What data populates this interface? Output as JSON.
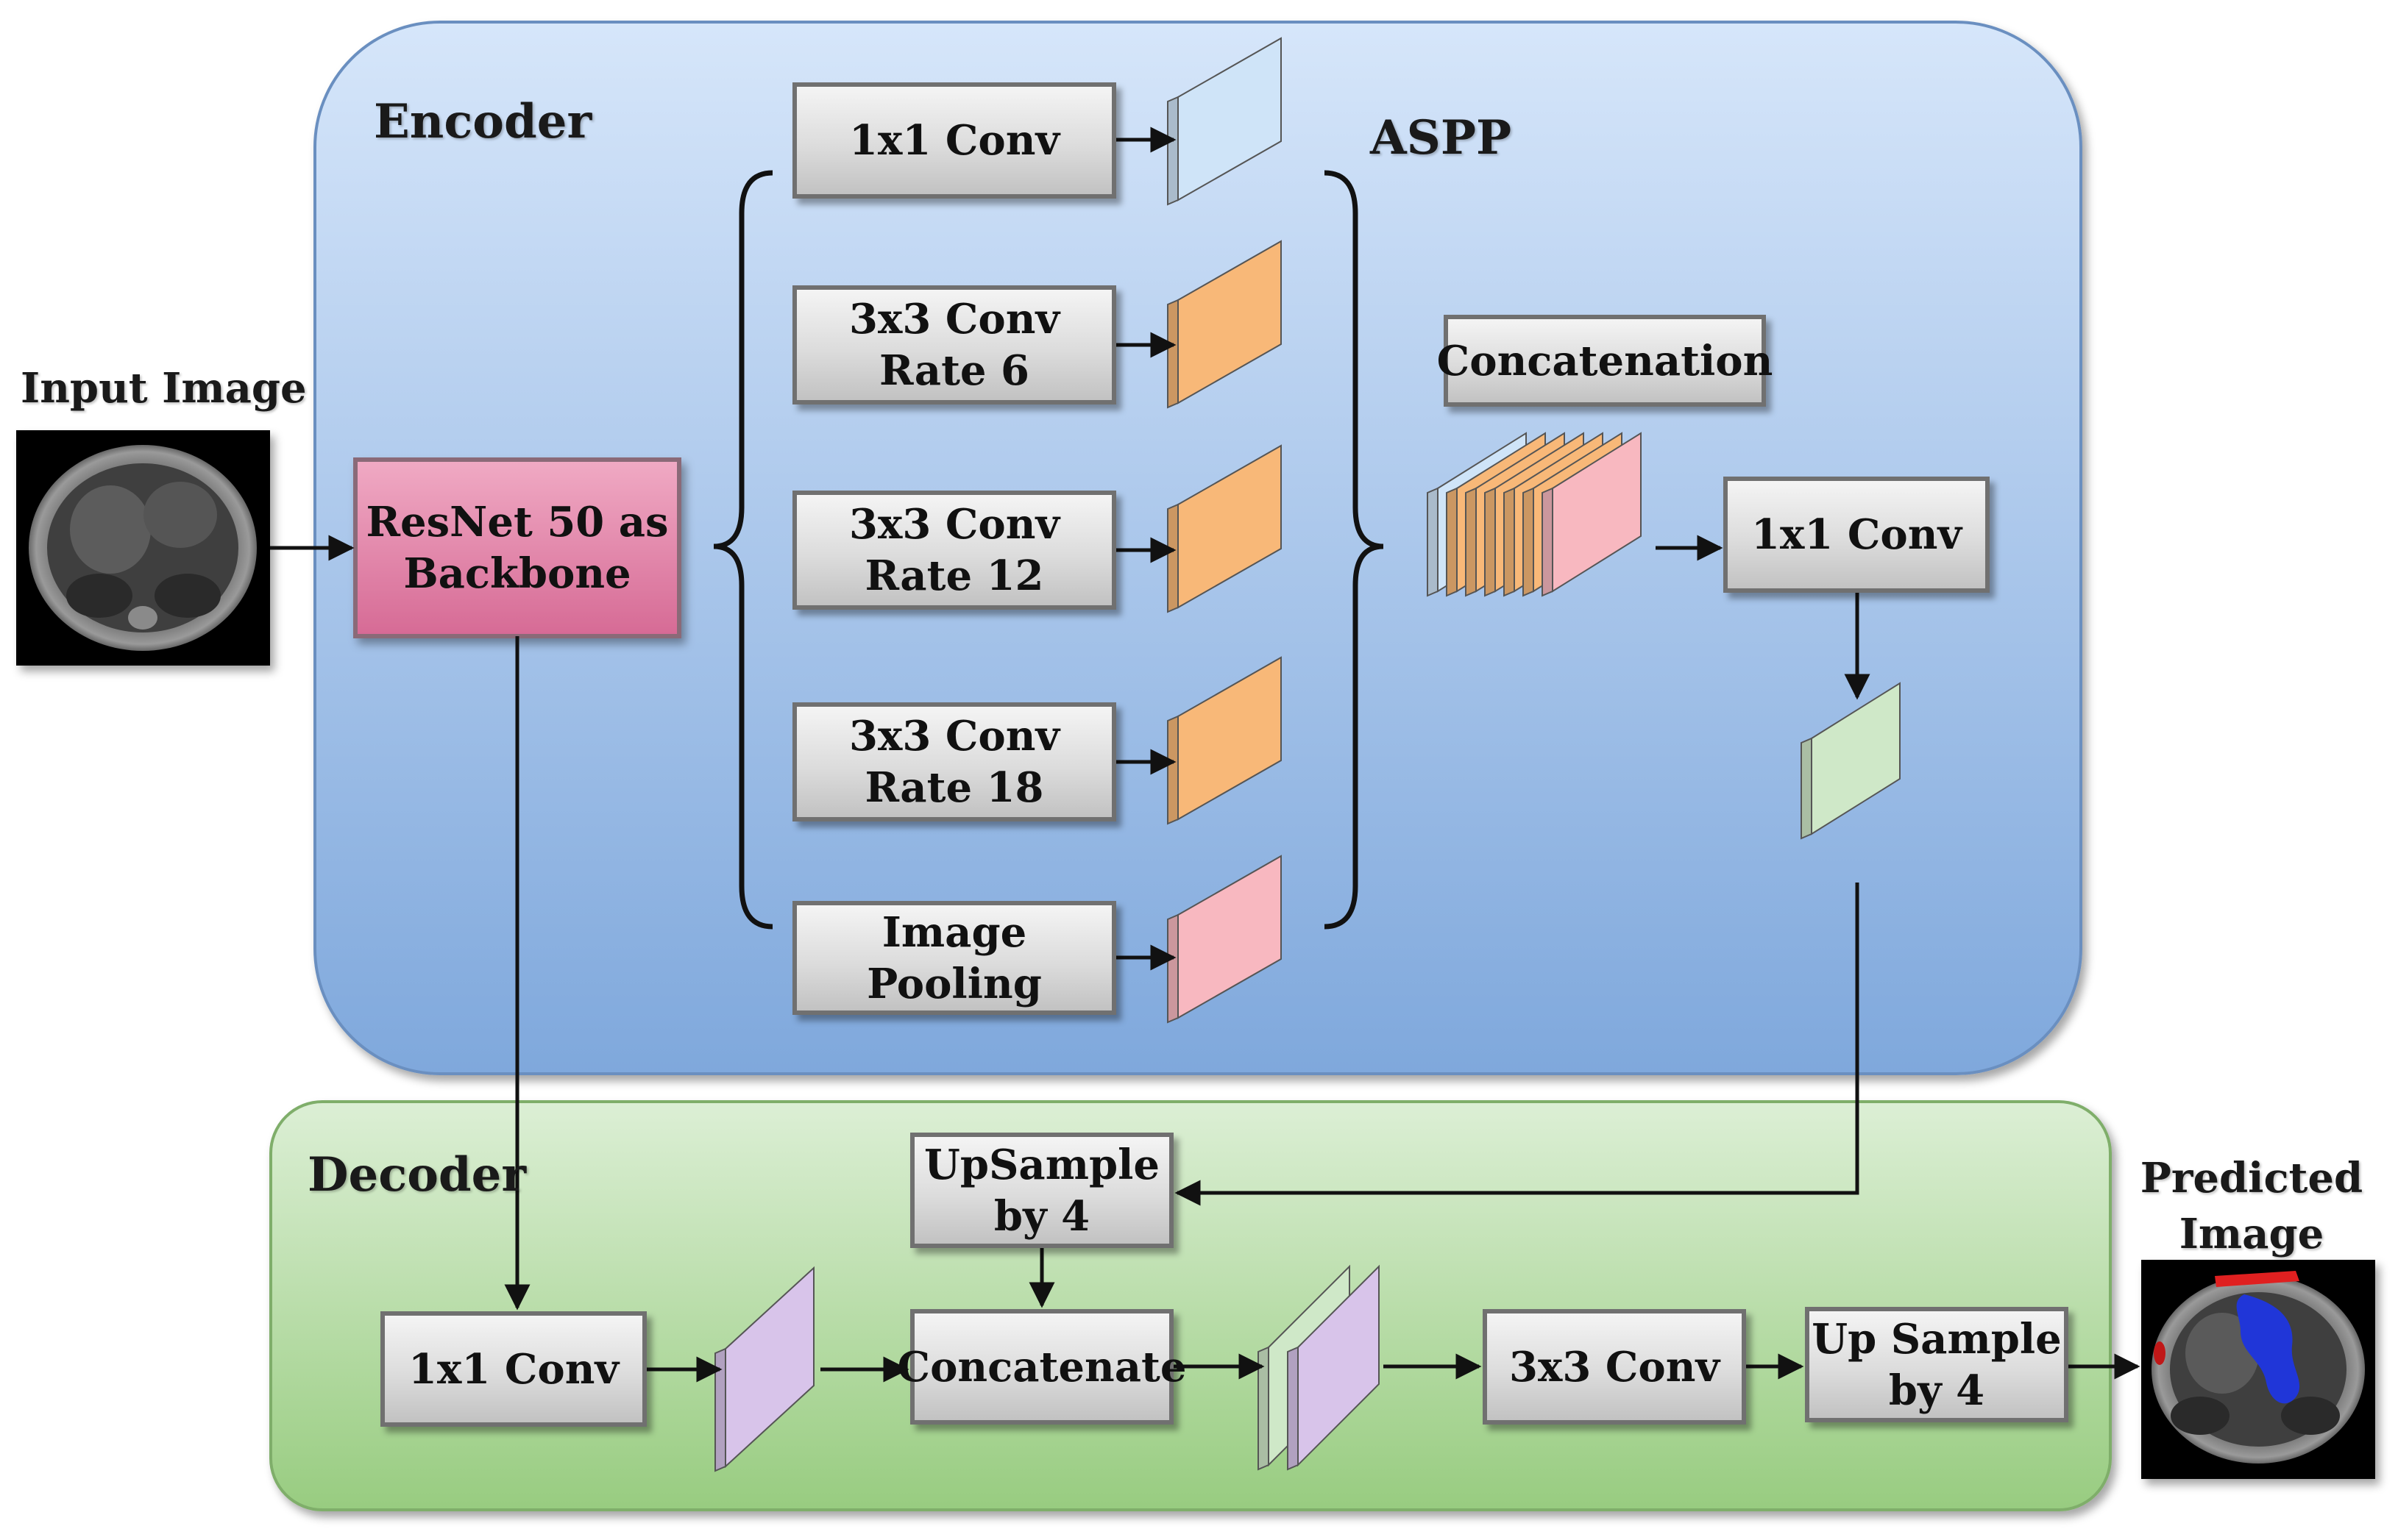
{
  "labels": {
    "encoder": "Encoder",
    "aspp": "ASPP",
    "decoder": "Decoder",
    "input_image": "Input Image",
    "predicted_image": "Predicted\nImage"
  },
  "blocks": {
    "backbone": "ResNet 50 as\nBackbone",
    "aspp_1x1": "1x1 Conv",
    "aspp_rate6": "3x3 Conv\nRate 6",
    "aspp_rate12": "3x3 Conv\nRate 12",
    "aspp_rate18": "3x3 Conv\nRate 18",
    "image_pooling": "Image Pooling",
    "concatenation": "Concatenation",
    "enc_1x1": "1x1 Conv",
    "upsample_by4": "UpSample\nby 4",
    "dec_1x1": "1x1 Conv",
    "concatenate": "Concatenate",
    "dec_3x3": "3x3 Conv",
    "up_sample_by4": "Up Sample\nby 4"
  },
  "colors": {
    "encoder_top": "#d6e6fa",
    "encoder_bottom": "#7fa8dc",
    "decoder_top": "#d8ecd0",
    "decoder_bottom": "#98cc80",
    "backbone": "#de7fa4",
    "feature_blue": "#cfe4f8",
    "feature_orange": "#f8b878",
    "feature_pink": "#f8b8c0",
    "feature_green": "#cfe8c8",
    "feature_purple": "#d8c4ea",
    "mask_red": "#e02020",
    "mask_blue": "#2036d8"
  }
}
